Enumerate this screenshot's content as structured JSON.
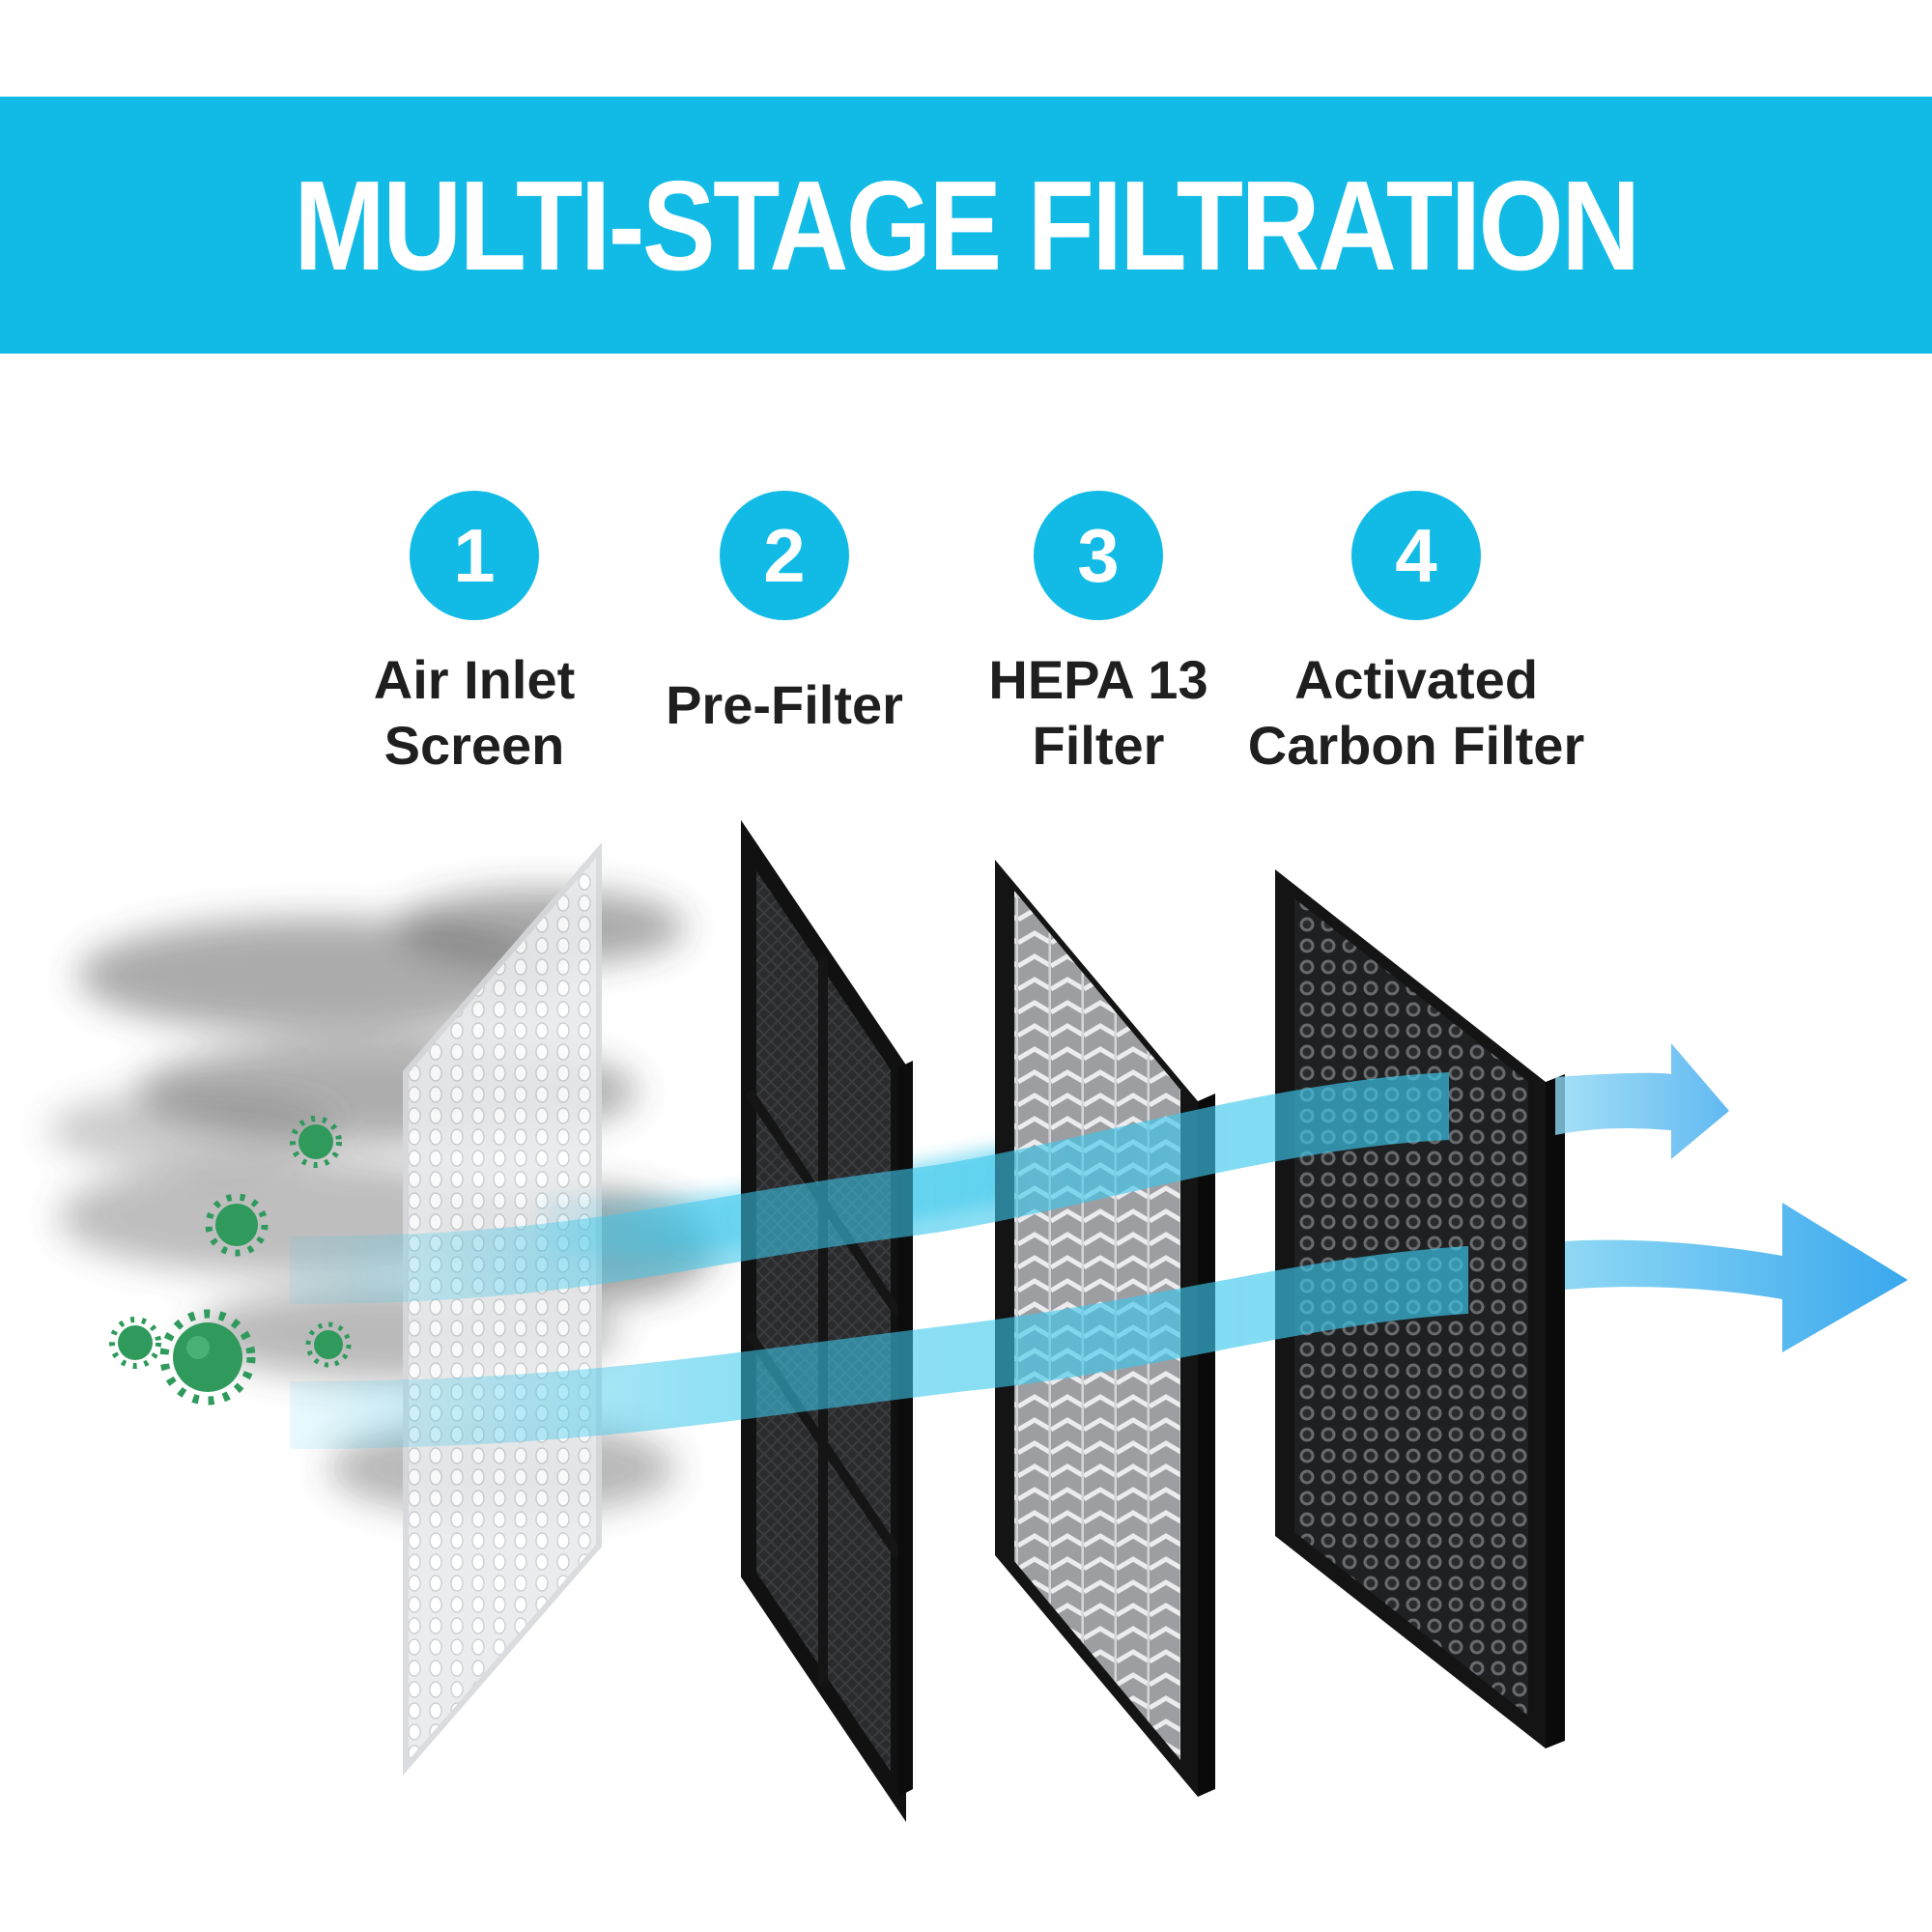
{
  "header": {
    "title": "MULTI-STAGE FILTRATION"
  },
  "stages": [
    {
      "number": "1",
      "label": "Air Inlet\nScreen"
    },
    {
      "number": "2",
      "label": "Pre-Filter"
    },
    {
      "number": "3",
      "label": "HEPA 13\nFilter"
    },
    {
      "number": "4",
      "label": "Activated\nCarbon Filter"
    }
  ],
  "colors": {
    "accent": "#12bbe6",
    "airflow": "#3cc8ec",
    "germ": "#2f9a5c",
    "frame": "#1a1a1a"
  }
}
